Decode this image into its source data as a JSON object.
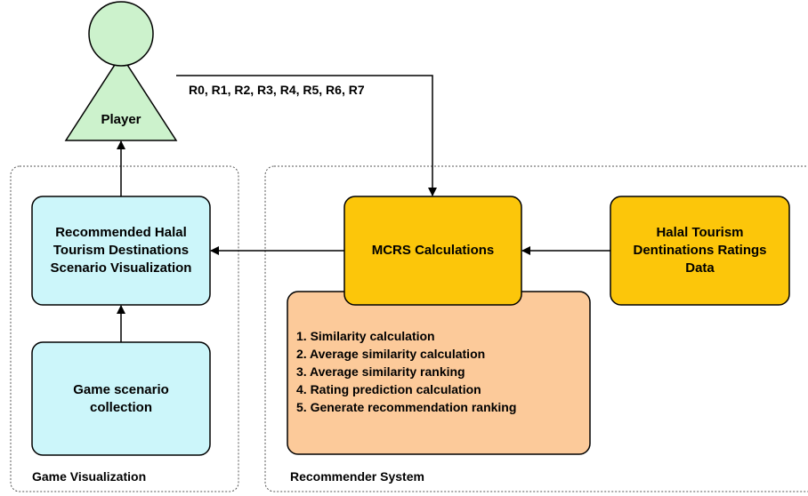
{
  "player": {
    "label": "Player"
  },
  "edge_label": "R0, R1, R2, R3, R4, R5, R6, R7",
  "game_group": {
    "label": "Game Visualization",
    "visualization_box": [
      "Recommended Halal",
      "Tourism Destinations",
      "Scenario Visualization"
    ],
    "collection_box": [
      "Game scenario",
      "collection"
    ]
  },
  "recommender_group": {
    "label": "Recommender System",
    "mcrs_box": "MCRS Calculations",
    "data_box": [
      "Halal Tourism",
      "Dentinations Ratings",
      "Data"
    ],
    "steps": [
      "1. Similarity  calculation",
      "2. Average similarity calculation",
      "3. Average similarity ranking",
      "4. Rating prediction calculation",
      "5. Generate recommendation ranking"
    ]
  },
  "colors": {
    "player_fill": "#ccf2cc",
    "game_box_fill": "#ccf6fa",
    "mcrs_fill": "#fcc60a",
    "steps_fill": "#fcca9a",
    "group_border": "#555555"
  }
}
